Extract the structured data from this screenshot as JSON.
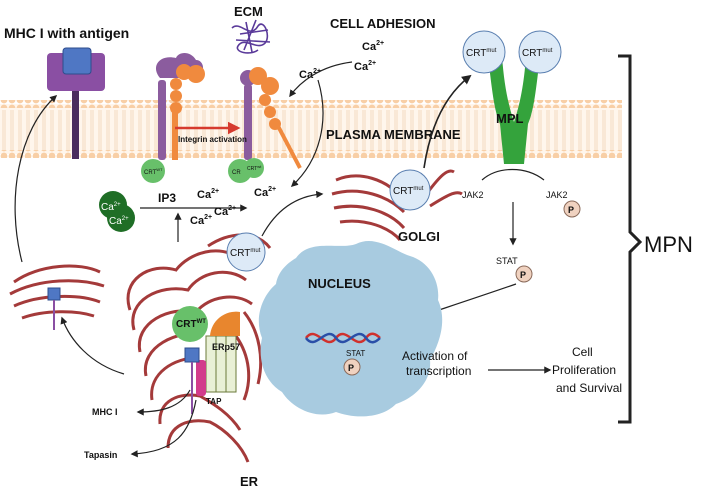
{
  "labels": {
    "mhc_antigen": "MHC I with antigen",
    "ecm": "ECM",
    "cell_adhesion": "CELL ADHESION",
    "plasma_membrane": "PLASMA MEMBRANE",
    "integrin_activation": "Integrin activation",
    "ip3": "IP3",
    "golgi": "GOLGI",
    "nucleus": "NUCLEUS",
    "er": "ER",
    "mpl": "MPL",
    "mpn": "MPN",
    "jak2": "JAK2",
    "stat": "STAT",
    "p": "P",
    "erp57": "ERp57",
    "tap": "TAP",
    "mhc1": "MHC I",
    "tapasin": "Tapasin",
    "activation_line1": "Activation of",
    "activation_line2": "transcription",
    "outcome_line1": "Cell",
    "outcome_line2": "Proliferation",
    "outcome_line3": "and Survival"
  },
  "ions": {
    "ca": "Ca",
    "charge": "2+"
  },
  "crt": {
    "base": "CRT",
    "base_short": "CR",
    "wt": "WT",
    "wt_small": "wt",
    "mut": "mut"
  },
  "colors": {
    "membrane_head": "#f8cfa6",
    "membrane_tail": "#fde8d0",
    "mhc_purple": "#8a4fa3",
    "mhc_blue": "#4f77c4",
    "integrin_purple": "#8b5c9e",
    "integrin_orange": "#f08a3e",
    "crt_green": "#68c06a",
    "ca_dark_green": "#1f6e26",
    "mpl_green": "#34a33c",
    "crt_mut_fill": "#ddeaf7",
    "organelle_red": "#a43a3a",
    "nucleus_blue": "#a8cbe0",
    "erp57_orange": "#e8862e",
    "p_fill": "#f0d2c0"
  }
}
